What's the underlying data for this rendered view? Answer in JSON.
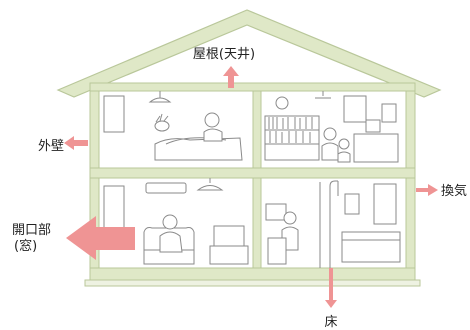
{
  "labels": {
    "roof": "屋根(天井)",
    "outer_wall": "外壁",
    "opening_line1": "開口部",
    "opening_line2": "(窓)",
    "ventilation": "換気",
    "floor": "床"
  },
  "colors": {
    "wall": "#dfe8c7",
    "wall_edge": "#b9c79a",
    "arrow": "#ef9494",
    "line": "#8a8a8a",
    "text": "#222222"
  },
  "icons": [
    "house-icon",
    "heat-loss-arrow-icon",
    "person-icon",
    "sofa-icon",
    "bookshelf-icon",
    "tv-icon",
    "bathtub-icon",
    "shower-icon",
    "lamp-icon",
    "air-conditioner-icon"
  ]
}
